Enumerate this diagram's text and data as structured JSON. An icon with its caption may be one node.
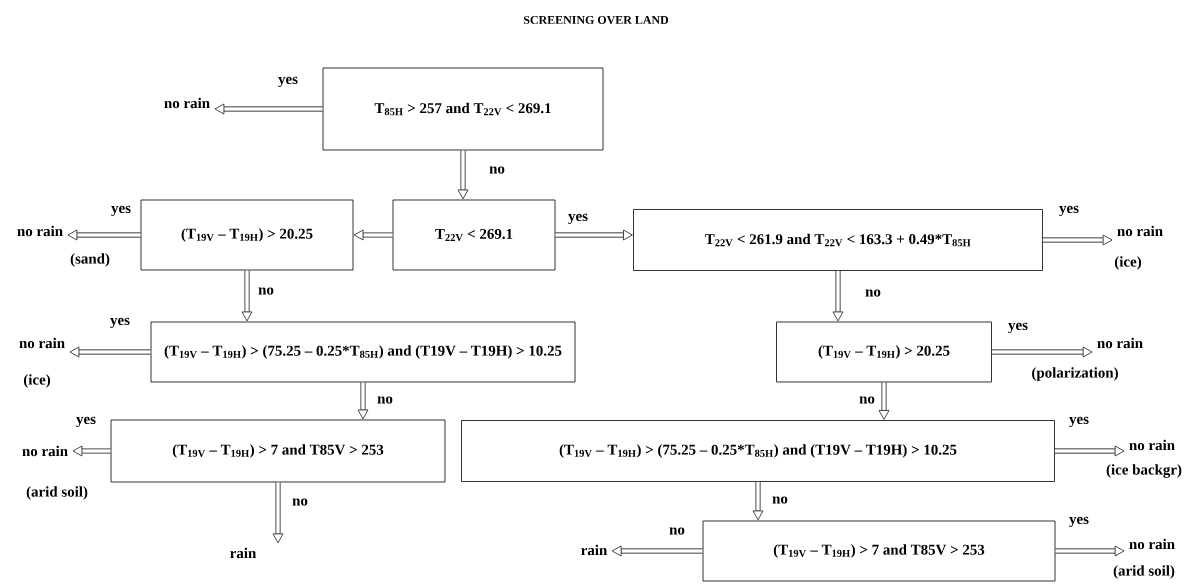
{
  "diagram": {
    "title": "SCREENING OVER LAND",
    "nodes": [
      {
        "text": [
          "T$_{85H}$ > 257 and T$_{22V}$ < 269.1"
        ]
      },
      {
        "text": [
          "no rain"
        ]
      },
      {
        "text": [
          "T$_{22V}$ < 269.1"
        ]
      },
      {
        "text": [
          "(T$_{19V}$ – T$_{19H}$) > 20.25"
        ]
      },
      {
        "text": [
          "no rain"
        ],
        "beside": [
          "(sand)"
        ]
      },
      {
        "text": [
          "T$_{22V}$ < 261.9 and T$_{22V}$ < 163.3 + 0.49*T$_{85H}$"
        ]
      },
      {
        "text": [
          "no rain"
        ],
        "beside": [
          "(ice)"
        ]
      },
      {
        "text": [
          "(T$_{19V}$ – T$_{19H}$) > (75.25 – 0.25*T$_{85H}$) and (T19V – T19H) > 10.25"
        ]
      },
      {
        "text": [
          "no rain"
        ],
        "beside": [
          "(ice)"
        ]
      },
      {
        "text": [
          "(T$_{19V}$ – T$_{19H}$) > 20.25"
        ]
      },
      {
        "text": [
          "no rain"
        ],
        "beside": [
          "(polarization)"
        ]
      },
      {
        "text": [
          "(T$_{19V}$ – T$_{19H}$) > 7 and T85V > 253"
        ]
      },
      {
        "text": [
          "no rain"
        ],
        "beside": [
          "(arid soil)"
        ]
      },
      {
        "text": [
          "rain"
        ]
      },
      {
        "text": [
          "(T$_{19V}$ – T$_{19H}$) > (75.25 – 0.25*T$_{85H}$) and (T19V – T19H) > 10.25"
        ]
      },
      {
        "text": [
          "no rain"
        ],
        "beside": [
          "(ice backgr)"
        ]
      },
      {
        "text": [
          "(T$_{19V}$ – T$_{19H}$) > 7 and T85V > 253"
        ]
      },
      {
        "text": [
          "rain"
        ]
      },
      {
        "text": [
          "no rain"
        ],
        "beside": [
          "(arid soil)"
        ]
      }
    ],
    "edges": [
      {
        "from": 0,
        "to": 1,
        "arrow": "to",
        "label": "yes"
      },
      {
        "from": 0,
        "to": 2,
        "arrow": "to",
        "label": "no"
      },
      {
        "from": 2,
        "to": 3,
        "arrow": "to"
      },
      {
        "from": 2,
        "to": 5,
        "arrow": "to",
        "label": "yes"
      },
      {
        "from": 3,
        "to": 4,
        "arrow": "to",
        "label": "yes"
      },
      {
        "from": 3,
        "to": 7,
        "arrow": "to",
        "label": "no"
      },
      {
        "from": 5,
        "to": 6,
        "arrow": "to",
        "label": "yes"
      },
      {
        "from": 5,
        "to": 9,
        "arrow": "to",
        "label": "no"
      },
      {
        "from": 7,
        "to": 8,
        "arrow": "to",
        "label": "yes"
      },
      {
        "from": 7,
        "to": 11,
        "arrow": "to",
        "label": "no"
      },
      {
        "from": 9,
        "to": 10,
        "arrow": "to",
        "label": "yes"
      },
      {
        "from": 9,
        "to": 14,
        "arrow": "to",
        "label": "no"
      },
      {
        "from": 11,
        "to": 12,
        "arrow": "to",
        "label": "yes"
      },
      {
        "from": 11,
        "to": 13,
        "arrow": "to",
        "label": "no"
      },
      {
        "from": 14,
        "to": 15,
        "arrow": "to",
        "label": "yes"
      },
      {
        "from": 14,
        "to": 16,
        "arrow": "to",
        "label": "no"
      },
      {
        "from": 16,
        "to": 17,
        "arrow": "to",
        "label": "no"
      },
      {
        "from": 16,
        "to": 18,
        "arrow": "to",
        "label": "yes"
      }
    ]
  }
}
